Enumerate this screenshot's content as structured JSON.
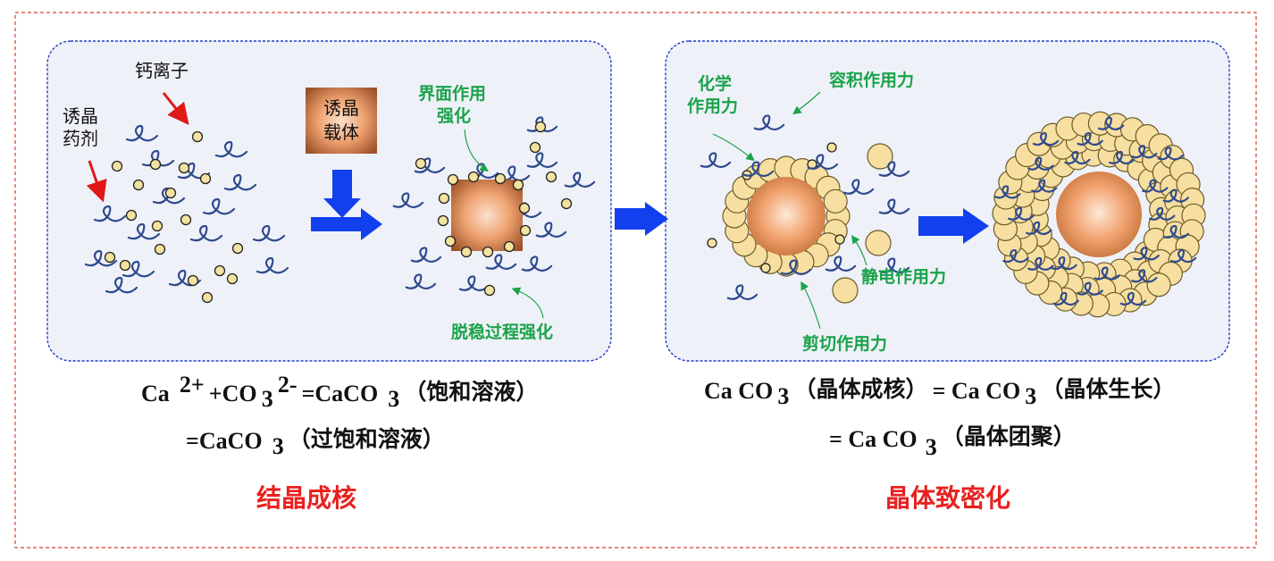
{
  "left_panel": {
    "label_calcium_ion": "钙离子",
    "label_agent_line1": "诱晶",
    "label_agent_line2": "药剂",
    "carrier_line1": "诱晶",
    "carrier_line2": "载体",
    "label_interface_line1": "界面作用",
    "label_interface_line2": "强化",
    "label_destabilize": "脱稳过程强化"
  },
  "right_panel": {
    "label_chemical_line1": "化学",
    "label_chemical_line2": "作用力",
    "label_volume": "容积作用力",
    "label_electrostatic": "静电作用力",
    "label_shear": "剪切作用力"
  },
  "equations": {
    "left_line1": {
      "ca": "Ca",
      "ca_sup": "2+",
      "plus_co3": "+CO",
      "co3_sub": "3",
      "co3_sup": "2-",
      "eq_caco": "=CaCO",
      "caco_sub": "3",
      "state": "（饱和溶液）"
    },
    "left_line2": {
      "eq_caco": "=CaCO",
      "caco_sub": "3",
      "state": "（过饱和溶液）"
    },
    "right_line1": {
      "a_caco": "Ca CO",
      "a_sub": "3",
      "a_state": "（晶体成核）",
      "b_caco": "= Ca CO",
      "b_sub": "3",
      "b_state": "（晶体生长）"
    },
    "right_line2": {
      "caco": "= Ca CO",
      "sub": "3",
      "state": "（晶体团聚）"
    }
  },
  "stage_labels": {
    "left": "结晶成核",
    "right": "晶体致密化"
  },
  "colors": {
    "panel_fill": "#eff1f8",
    "panel_border": "#1f3dc9",
    "outer_border": "#d9402f",
    "arrow_blue": "#1240ee",
    "red_arrow": "#e01818",
    "green_label": "#1aa34a",
    "ion_fill": "#f3e2a0",
    "agent_stroke": "#2e4a8f",
    "stage_red": "#e8211f"
  }
}
